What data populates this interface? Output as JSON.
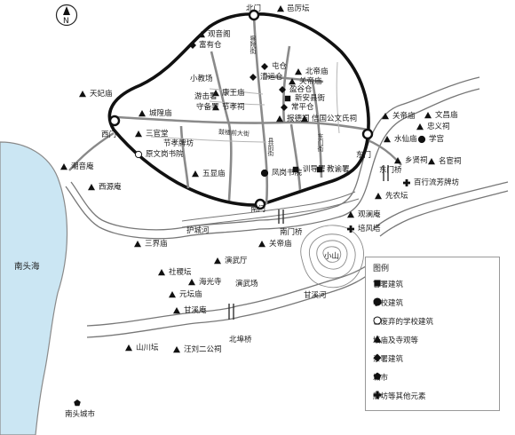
{
  "north_label": "N",
  "water_label": "南头海",
  "legend": {
    "title": "图例",
    "items": [
      {
        "icon": "square",
        "label": "官署建筑"
      },
      {
        "icon": "circle",
        "label": "学校建筑"
      },
      {
        "icon": "ring",
        "label": "已废弃的学校建筑"
      },
      {
        "icon": "triangle",
        "label": "坛庙及寺观等"
      },
      {
        "icon": "diamond",
        "label": "杂署建筑"
      },
      {
        "icon": "pentagon",
        "label": "城市"
      },
      {
        "icon": "cross",
        "label": "牌坊等其他元素"
      }
    ]
  },
  "places": [
    {
      "text": "北门",
      "icon": "none"
    },
    {
      "text": "邑厉坛",
      "icon": "triangle"
    },
    {
      "text": "观音阁",
      "icon": "triangle"
    },
    {
      "text": "富有仓",
      "icon": "diamond"
    },
    {
      "text": "屯仓",
      "icon": "diamond"
    },
    {
      "text": "北帝庙",
      "icon": "triangle"
    },
    {
      "text": "小教场",
      "icon": "none"
    },
    {
      "text": "漕运仓",
      "icon": "diamond"
    },
    {
      "text": "关帝庙",
      "icon": "triangle"
    },
    {
      "text": "盈谷仓",
      "icon": "diamond"
    },
    {
      "text": "新安县衙",
      "icon": "square"
    },
    {
      "text": "游击署",
      "icon": "none"
    },
    {
      "text": "康王庙",
      "icon": "triangle"
    },
    {
      "text": "常平仓",
      "icon": "diamond"
    },
    {
      "text": "守备署",
      "icon": "none"
    },
    {
      "text": "节孝祠",
      "icon": "triangle"
    },
    {
      "text": "报德祠",
      "icon": "triangle"
    },
    {
      "text": "信国公文氏祠",
      "icon": "triangle"
    },
    {
      "text": "城隍庙",
      "icon": "triangle"
    },
    {
      "text": "西门",
      "icon": "none"
    },
    {
      "text": "三官堂",
      "icon": "triangle"
    },
    {
      "text": "节孝牌坊",
      "icon": "cross"
    },
    {
      "text": "原文岗书院",
      "icon": "ring"
    },
    {
      "text": "五显庙",
      "icon": "triangle"
    },
    {
      "text": "凤岗书院",
      "icon": "circle"
    },
    {
      "text": "训导署",
      "icon": "square"
    },
    {
      "text": "教谕署",
      "icon": "square"
    },
    {
      "text": "南门",
      "icon": "none"
    },
    {
      "text": "东门",
      "icon": "none"
    },
    {
      "text": "东门桥",
      "icon": "none"
    },
    {
      "text": "天妃庙",
      "icon": "triangle"
    },
    {
      "text": "潮音庵",
      "icon": "triangle"
    },
    {
      "text": "西源庵",
      "icon": "triangle"
    },
    {
      "text": "关帝庙",
      "icon": "triangle"
    },
    {
      "text": "文昌庙",
      "icon": "triangle"
    },
    {
      "text": "忠义祠",
      "icon": "triangle"
    },
    {
      "text": "水仙庙",
      "icon": "triangle"
    },
    {
      "text": "学宫",
      "icon": "circle"
    },
    {
      "text": "乡贤祠",
      "icon": "triangle"
    },
    {
      "text": "名宦祠",
      "icon": "triangle"
    },
    {
      "text": "百行流芳牌坊",
      "icon": "cross"
    },
    {
      "text": "先农坛",
      "icon": "triangle"
    },
    {
      "text": "观澜庵",
      "icon": "triangle"
    },
    {
      "text": "培风塔",
      "icon": "cross"
    },
    {
      "text": "护城河",
      "icon": "none"
    },
    {
      "text": "南门桥",
      "icon": "none"
    },
    {
      "text": "三界庙",
      "icon": "triangle"
    },
    {
      "text": "关帝庙",
      "icon": "triangle"
    },
    {
      "text": "演武厅",
      "icon": "triangle"
    },
    {
      "text": "社稷坛",
      "icon": "triangle"
    },
    {
      "text": "海光寺",
      "icon": "triangle"
    },
    {
      "text": "演武场",
      "icon": "none"
    },
    {
      "text": "小山",
      "icon": "none"
    },
    {
      "text": "元坛庙",
      "icon": "triangle"
    },
    {
      "text": "甘溪庵",
      "icon": "triangle"
    },
    {
      "text": "甘溪河",
      "icon": "none"
    },
    {
      "text": "北埠桥",
      "icon": "none"
    },
    {
      "text": "山川坛",
      "icon": "triangle"
    },
    {
      "text": "汪刘二公祠",
      "icon": "triangle"
    },
    {
      "text": "南头城市",
      "icon": "pentagon"
    }
  ],
  "streets": [
    {
      "text": "察院街"
    },
    {
      "text": "县前街"
    },
    {
      "text": "鼓楼前大街"
    },
    {
      "text": "东门街"
    }
  ]
}
